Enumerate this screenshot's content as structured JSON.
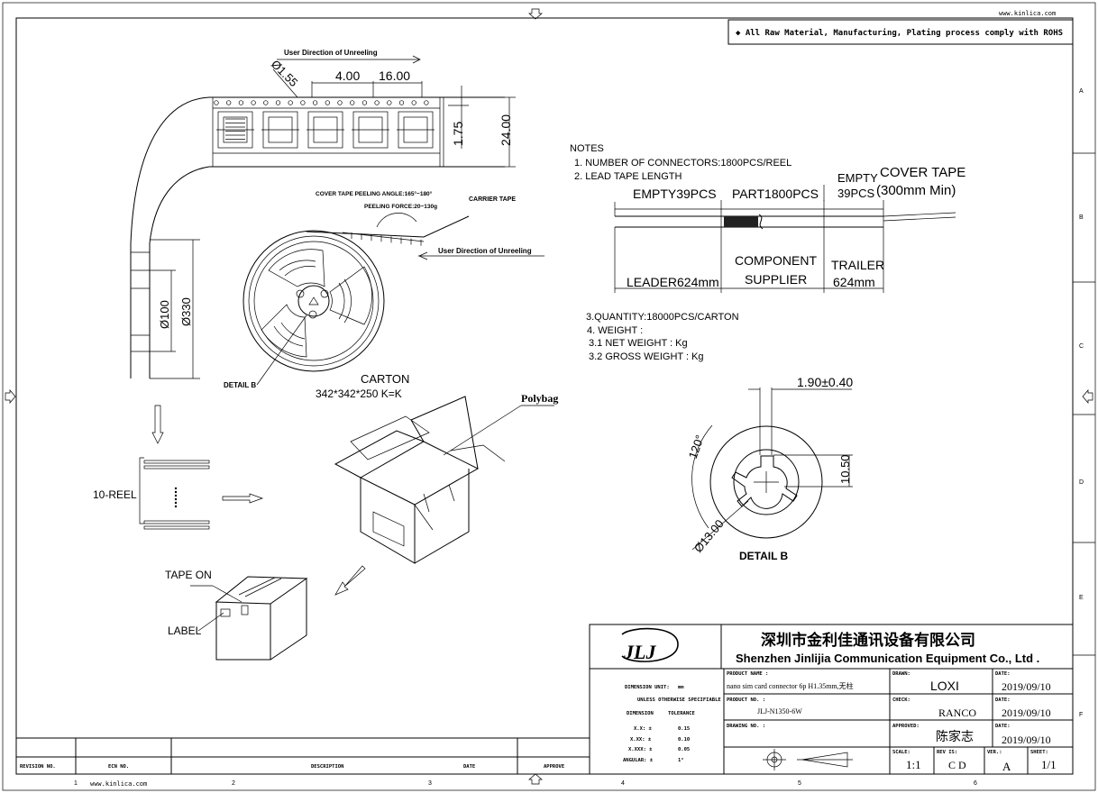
{
  "header": {
    "site": "www.kinlica.com"
  },
  "footer": {
    "site": "www.kinlica.com"
  },
  "rohs_note": "◆ All Raw Material, Manufacturing, Plating process comply with ROHS",
  "edge_row_labels": [
    "A",
    "B",
    "C",
    "D",
    "E",
    "F"
  ],
  "edge_col_labels": [
    "1",
    "2",
    "3",
    "4",
    "5",
    "6"
  ],
  "tape": {
    "direction_label": "User Direction of Unreeling",
    "dim_hole": "Ø1.55",
    "dim_pitch_holes": "4.00",
    "dim_pitch_parts": "16.00",
    "dim_edge": "1.75",
    "dim_width": "24.00"
  },
  "reel": {
    "peel_angle": "COVER TAPE PEELING ANGLE:165°~180°",
    "peel_force": "PEELING FORCE:20~130g",
    "carrier_tape": "CARRIER TAPE",
    "direction_label": "User Direction of Unreeling",
    "dim_hub": "Ø100",
    "dim_outer": "Ø330",
    "detail_label": "DETAIL B"
  },
  "carton": {
    "title": "CARTON",
    "size": "342*342*250 K=K",
    "polybag": "Polybag",
    "reel_count": "10-REEL",
    "tape_on": "TAPE ON",
    "label": "LABEL"
  },
  "notes": {
    "title": "NOTES",
    "n1": "1. NUMBER OF CONNECTORS:1800PCS/REEL",
    "n2": "2. LEAD TAPE LENGTH",
    "empty_lead": "EMPTY39PCS",
    "part": "PART1800PCS",
    "empty_trail_1": "EMPTY",
    "empty_trail_2": "39PCS",
    "cover_tape_1": "COVER TAPE",
    "cover_tape_2": "(300mm Min)",
    "leader": "LEADER624mm",
    "component_1": "COMPONENT",
    "component_2": "SUPPLIER",
    "trailer_1": "TRAILER",
    "trailer_2": "624mm",
    "n3": "3.QUANTITY:18000PCS/CARTON",
    "n4": "4. WEIGHT :",
    "n41": "3.1 NET WEIGHT :     Kg",
    "n42": "3.2 GROSS WEIGHT :     Kg"
  },
  "detail_b": {
    "dim_slot": "1.90±0.40",
    "dim_angle": "120°",
    "dim_height": "10.50",
    "dim_dia": "Ø13.00",
    "label": "DETAIL B"
  },
  "title_block": {
    "logo": "JLJ",
    "company_cn": "深圳市金利佳通讯设备有限公司",
    "company_en": "Shenzhen Jinlijia Communication Equipment Co., Ltd .",
    "dim_unit_label": "DIMENSION UNIT:",
    "dim_unit": "mm",
    "tol_header": "UNLESS OTHERWISE SPECIFIABLE",
    "col_dim": "DIMENSION",
    "col_tol": "TOLERANCE",
    "tol_rows": [
      {
        "k": "X.X: ±",
        "v": "0.15"
      },
      {
        "k": "X.XX: ±",
        "v": "0.10"
      },
      {
        "k": "X.XXX: ±",
        "v": "0.05"
      },
      {
        "k": "ANGULAR: ±",
        "v": "1°"
      }
    ],
    "product_name_label": "PRODUCT NAME :",
    "product_name": "nano sim card connector 6p H1.35mm,无柱",
    "product_no_label": "PRODUCT NO. :",
    "product_no": "JLJ-N1350-6W",
    "drawing_no_label": "DRAWING NO. :",
    "drawing_no": "",
    "drawn_label": "DRAWN:",
    "drawn": "LOXI",
    "check_label": "CHECK:",
    "check": "RANCO",
    "approved_label": "APPROVED:",
    "approved": "陈家志",
    "date_label": "DATE:",
    "date1": "2019/09/10",
    "date2": "2019/09/10",
    "date3": "2019/09/10",
    "scale_label": "SCALE:",
    "scale": "1:1",
    "rev_label": "REV IS:",
    "rev": "C D",
    "ver_label": "VER.:",
    "ver": "A",
    "sheet_label": "SHEET:",
    "sheet": "1/1"
  },
  "revision_table": {
    "col1": "REVISION NO.",
    "col2": "ECN NO.",
    "col3": "DESCRIPTION",
    "col4": "DATE",
    "col5": "APPROVE"
  }
}
